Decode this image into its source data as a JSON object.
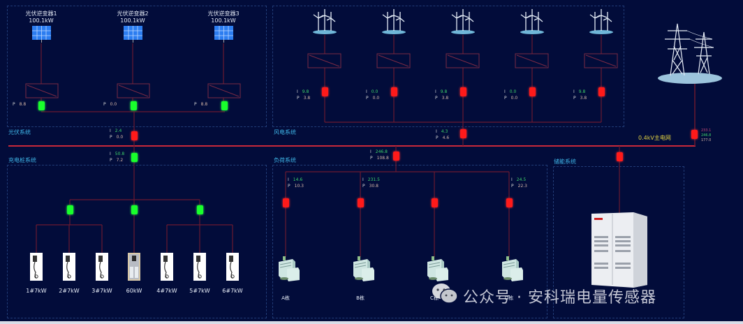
{
  "colors": {
    "background": "#020c3a",
    "busbar": "#c8283a",
    "feeder": "#6b1a30",
    "breaker_closed": "#ff1a1a",
    "breaker_open": "#19ff2c",
    "section_label": "#3fb6e8",
    "grid_label": "#e0d040",
    "current_value": "#3fd46a"
  },
  "sections": {
    "pv": "光伏系统",
    "wind": "风电系统",
    "charging": "充电桩系统",
    "load": "负荷系统",
    "storage": "储能系统"
  },
  "grid": {
    "label": "0.4kV主电网",
    "values": [
      "233.1",
      "246.8",
      "177.0"
    ],
    "breaker": "closed"
  },
  "pv_inverters": [
    {
      "name": "光伏逆变器1",
      "rating": "100.1kW",
      "p": "8.8",
      "breaker": "open"
    },
    {
      "name": "光伏逆变器2",
      "rating": "100.1kW",
      "p": "0.0",
      "breaker": "open"
    },
    {
      "name": "光伏逆变器3",
      "rating": "100.1kW",
      "p": "8.8",
      "breaker": "open"
    }
  ],
  "pv_main": {
    "i": "2.4",
    "p": "0.0",
    "breaker": "closed"
  },
  "wind_turbines": [
    {
      "i": "9.8",
      "p": "3.8",
      "breaker": "closed"
    },
    {
      "i": "0.0",
      "p": "0.0",
      "breaker": "closed"
    },
    {
      "i": "9.8",
      "p": "3.8",
      "breaker": "closed"
    },
    {
      "i": "0.0",
      "p": "0.0",
      "breaker": "closed"
    },
    {
      "i": "9.8",
      "p": "3.8",
      "breaker": "closed"
    }
  ],
  "wind_main": {
    "i": "4.3",
    "p": "4.6",
    "breaker": "closed"
  },
  "charging_main": {
    "i": "50.8",
    "p": "7.2",
    "breaker": "open"
  },
  "charging_branches": [
    {
      "breaker": "open"
    },
    {
      "breaker": "open"
    },
    {
      "breaker": "open"
    }
  ],
  "chargers": [
    {
      "label": "1#7kW"
    },
    {
      "label": "2#7kW"
    },
    {
      "label": "3#7kW"
    },
    {
      "label": "60kW"
    },
    {
      "label": "4#7kW"
    },
    {
      "label": "5#7kW"
    },
    {
      "label": "6#7kW"
    }
  ],
  "load_main": {
    "i": "246.8",
    "p": "108.8",
    "breaker": "closed"
  },
  "loads": [
    {
      "label": "A栋",
      "i": "14.6",
      "p": "10.3",
      "breaker": "closed"
    },
    {
      "label": "B栋",
      "i": "231.5",
      "p": "30.8",
      "breaker": "closed"
    },
    {
      "label": "C栋",
      "i": "",
      "p": "",
      "breaker": "closed"
    },
    {
      "label": "D栋",
      "i": "24.5",
      "p": "22.3",
      "breaker": "closed"
    }
  ],
  "storage": {
    "breaker": "closed"
  },
  "meas_keys": {
    "i": "I",
    "p": "P"
  },
  "watermark": {
    "text": "公众号 · 安科瑞电量传感器"
  }
}
